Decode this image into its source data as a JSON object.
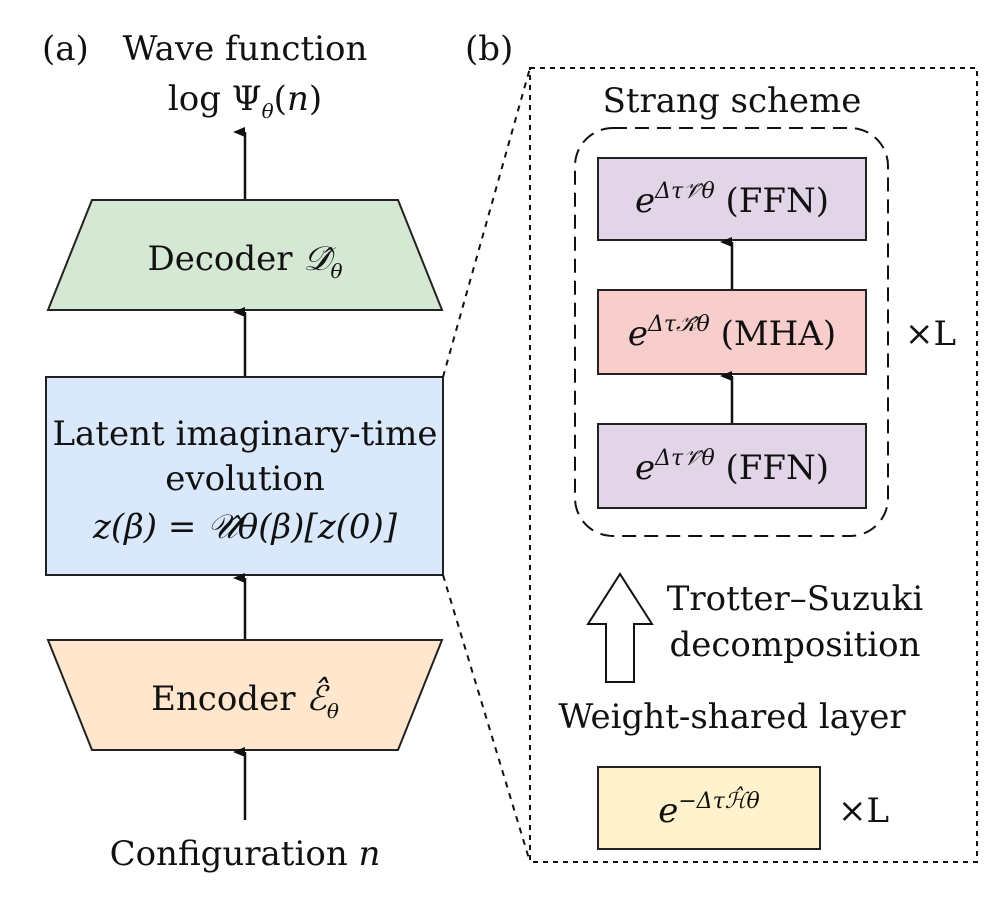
{
  "panel_a": {
    "label": "(a)",
    "output_title": "Wave function",
    "output_formula": "log Ψθ(n)",
    "decoder": {
      "label": "Decoder",
      "symbol": "𝒟̂",
      "subscript": "θ",
      "color": "#d5e8d4"
    },
    "latent": {
      "line1": "Latent imaginary-time",
      "line2": "evolution",
      "formula": "z(β) = 𝒰̂θ(β)[z(0)]",
      "color": "#dae8fc"
    },
    "encoder": {
      "label": "Encoder",
      "symbol": "ℰ̂",
      "subscript": "θ",
      "color": "#ffe6cc"
    },
    "input_label": "Configuration",
    "input_var": "n"
  },
  "panel_b": {
    "label": "(b)",
    "strang_title": "Strang scheme",
    "blocks": [
      {
        "exp": "e",
        "power": "Δτ𝒱̂θ",
        "name": "(FFN)",
        "color": "#e1d5e7"
      },
      {
        "exp": "e",
        "power": "Δτ𝒦̂θ",
        "name": "(MHA)",
        "color": "#f8cecc"
      },
      {
        "exp": "e",
        "power": "Δτ𝒱̂θ",
        "name": "(FFN)",
        "color": "#e1d5e7"
      }
    ],
    "repeat": "×L",
    "decomposition_line1": "Trotter–Suzuki",
    "decomposition_line2": "decomposition",
    "shared_title": "Weight-shared layer",
    "shared_block": {
      "exp": "e",
      "power": "−Δτℋ̂θ",
      "color": "#fff2cc"
    },
    "shared_repeat": "×L"
  }
}
